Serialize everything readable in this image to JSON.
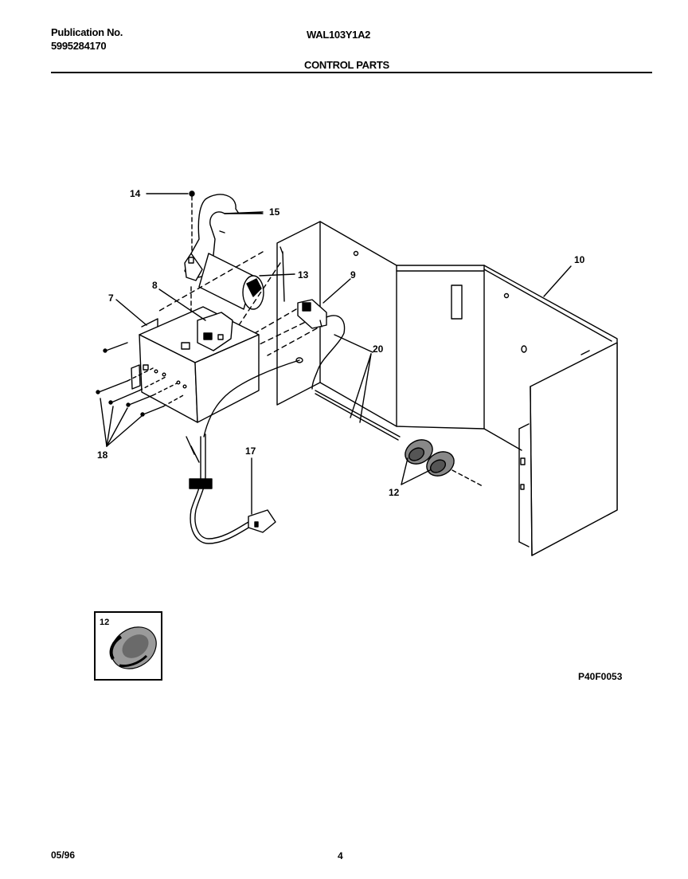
{
  "header": {
    "publication_label": "Publication No.",
    "publication_number": "5995284170",
    "model": "WAL103Y1A2",
    "section_title": "CONTROL PARTS"
  },
  "diagram": {
    "callouts": {
      "c14": "14",
      "c15": "15",
      "c13": "13",
      "c9": "9",
      "c10": "10",
      "c8": "8",
      "c7": "7",
      "c20": "20",
      "c18": "18",
      "c17": "17",
      "c12": "12"
    },
    "inset_label": "12",
    "figure_code": "P40F0053"
  },
  "footer": {
    "date": "05/96",
    "page": "4"
  }
}
